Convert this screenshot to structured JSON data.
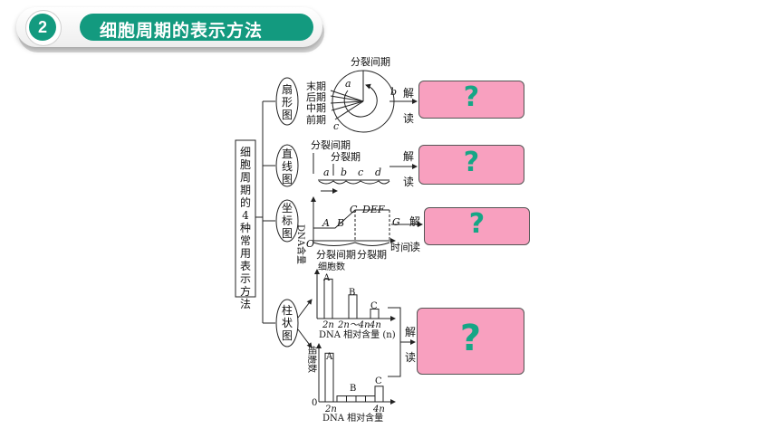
{
  "header": {
    "number": "2",
    "title": "细胞周期的表示方法"
  },
  "root_label": "细胞周期的4种常用表示方法",
  "branches": [
    {
      "label": "扇形图"
    },
    {
      "label": "直线图"
    },
    {
      "label": "坐标图"
    },
    {
      "label": "柱状图"
    }
  ],
  "explain": {
    "jie": "解",
    "du": "读",
    "mark": "?"
  },
  "fan": {
    "top": "分裂间期",
    "a": "a",
    "b": "b",
    "c": "c",
    "phases": [
      "末期",
      "后期",
      "中期",
      "前期"
    ]
  },
  "line": {
    "interphase": "分裂间期",
    "division": "分裂期",
    "letters": [
      "a",
      "b",
      "c",
      "d"
    ]
  },
  "coord": {
    "ylabel": "DNA含量",
    "points": [
      "A",
      "B",
      "C",
      "DEF",
      "G"
    ],
    "origin": "O",
    "xlabel": "时间",
    "interphase": "分裂间期",
    "division": "分裂期"
  },
  "chart_data": [
    {
      "type": "bar",
      "ylabel": "细胞数",
      "xlabel": "DNA 相对含量 (n)",
      "tick_labels": [
        "2n",
        "2n～4n",
        "4n"
      ],
      "bar_labels": [
        "A",
        "B",
        "C"
      ],
      "values": [
        5,
        3,
        1.2
      ]
    },
    {
      "type": "bar",
      "ylabel": "细胞数",
      "xlabel": "DNA 相对含量",
      "origin": "0",
      "tick_labels": [
        "2n",
        "4n"
      ],
      "bar_labels": [
        "A",
        "B",
        "C"
      ],
      "values": [
        5,
        0.6,
        1.6
      ]
    }
  ]
}
